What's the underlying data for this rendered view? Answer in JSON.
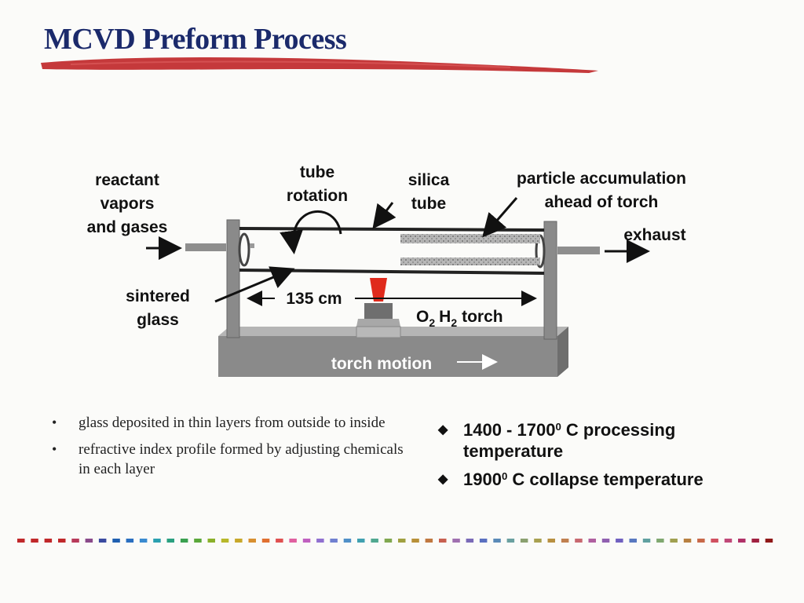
{
  "slide": {
    "title": "MCVD Preform Process"
  },
  "diagram": {
    "labels": {
      "reactant_line1": "reactant",
      "reactant_line2": "vapors",
      "reactant_line3": "and gases",
      "tube_rotation_line1": "tube",
      "tube_rotation_line2": "rotation",
      "silica_line1": "silica",
      "silica_line2": "tube",
      "particle_line1": "particle accumulation",
      "particle_line2": "ahead of torch",
      "exhaust": "exhaust",
      "sintered_line1": "sintered",
      "sintered_line2": "glass",
      "length": "135 cm",
      "torch_o": "O",
      "torch_o_sub": "2",
      "torch_h": "H",
      "torch_h_sub": "2",
      "torch_word": "torch",
      "torch_motion": "torch motion"
    }
  },
  "bullets": [
    {
      "text": "glass deposited in thin layers from outside to inside"
    },
    {
      "text": "refractive index profile formed by adjusting chemicals in each layer"
    }
  ],
  "highlights": [
    {
      "pre": "1400 - 1700",
      "sup": "0",
      "post": " C processing temperature"
    },
    {
      "pre": "1900",
      "sup": "0",
      "post": " C collapse temperature"
    }
  ],
  "colors": {
    "title": "#1b2a6b",
    "swoosh": "#c0282a",
    "flame": "#e02a1c",
    "frame_gray": "#8a8a8a"
  },
  "decor": {
    "dash_colors": [
      "#c0282a",
      "#c0282a",
      "#c0282a",
      "#c0282a",
      "#b83a5a",
      "#8a4a8a",
      "#3a4aa0",
      "#1f5fb0",
      "#2a6fc0",
      "#3a8ad0",
      "#2aa0b0",
      "#2aa080",
      "#3aa050",
      "#5aa83a",
      "#8ab02a",
      "#b8b82a",
      "#c8a82a",
      "#d89030",
      "#e07030",
      "#e05050",
      "#e060a0",
      "#c060c0",
      "#9070d0",
      "#7080d0",
      "#5090c8",
      "#40a0b0",
      "#50a890",
      "#80a850",
      "#a0a040",
      "#b89038",
      "#c07840",
      "#c86050",
      "#a070b0",
      "#7a6ab8",
      "#5a70c0",
      "#5a8ab8",
      "#6aa0a0",
      "#8aa070",
      "#a8a050",
      "#b89040",
      "#c08050",
      "#c86870",
      "#b060a0",
      "#9060b0",
      "#7060c0",
      "#5878c0",
      "#60a0a0",
      "#80a870",
      "#a0a050",
      "#b88040",
      "#c86848",
      "#d05060",
      "#c04878",
      "#b03068",
      "#a02040",
      "#901818"
    ]
  }
}
